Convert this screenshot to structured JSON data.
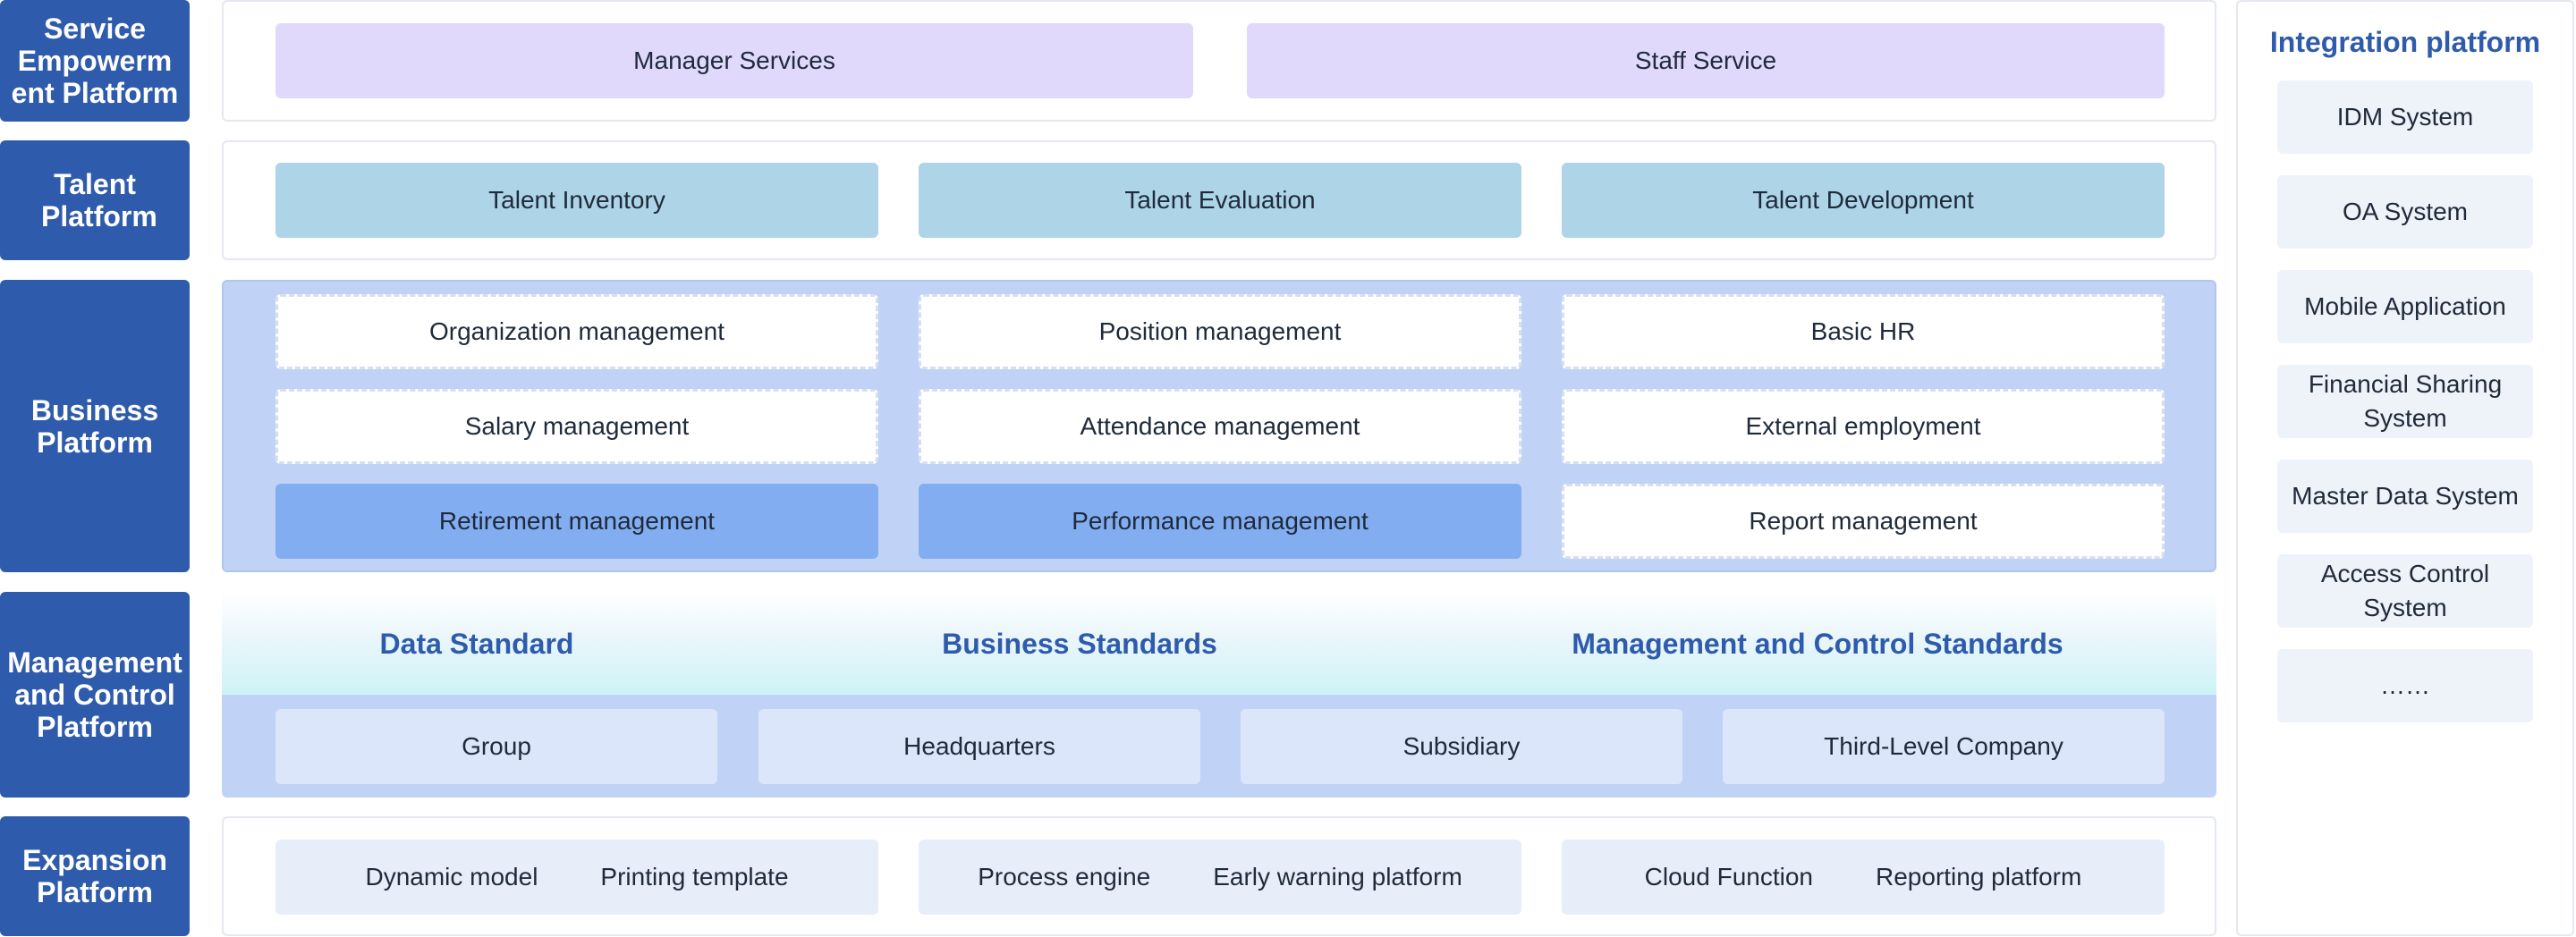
{
  "labels": {
    "service": "Service Empowerm ent Platform",
    "talent": "Talent Platform",
    "business": "Business Platform",
    "management": "Management and Control Platform",
    "expansion": "Expansion Platform"
  },
  "service_row": [
    "Manager Services",
    "Staff Service"
  ],
  "talent_row": [
    "Talent Inventory",
    "Talent Evaluation",
    "Talent Development"
  ],
  "business_rows": [
    [
      "Organization management",
      "Position management",
      "Basic HR"
    ],
    [
      "Salary management",
      "Attendance management",
      "External employment"
    ],
    [
      "Retirement management",
      "Performance management",
      "Report management"
    ]
  ],
  "management": {
    "standards": [
      "Data Standard",
      "Business Standards",
      "Management and Control Standards"
    ],
    "levels": [
      "Group",
      "Headquarters",
      "Subsidiary",
      "Third-Level Company"
    ]
  },
  "expansion_row": [
    [
      "Dynamic model",
      "Printing template"
    ],
    [
      "Process engine",
      "Early warning platform"
    ],
    [
      "Cloud Function",
      "Reporting platform"
    ]
  ],
  "integration": {
    "title": "Integration platform",
    "items": [
      "IDM System",
      "OA System",
      "Mobile Application",
      "Financial Sharing System",
      "Master Data System",
      "Access Control System",
      "……"
    ]
  }
}
